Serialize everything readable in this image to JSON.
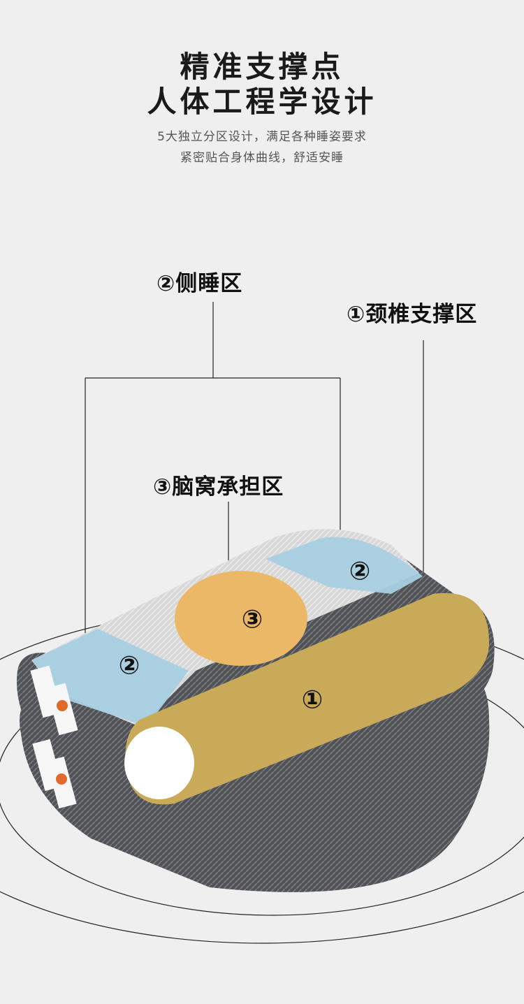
{
  "header": {
    "title_line1": "精准支撑点",
    "title_line2": "人体工程学设计",
    "subtitle_line1": "5大独立分区设计，满足各种睡姿要求",
    "subtitle_line2": "紧密贴合身体曲线，舒适安睡"
  },
  "zones": {
    "side_sleep": "②侧睡区",
    "neck_support": "①颈椎支撑区",
    "head_cradle": "③脑窝承担区"
  },
  "markers": {
    "m1": "①",
    "m2": "②",
    "m3": "③"
  },
  "colors": {
    "background": "#efefef",
    "neck_zone": "#c9aa58",
    "side_zone": "#a7cfe0",
    "head_zone": "#eab866",
    "pillow_gray": "#4e5054"
  }
}
